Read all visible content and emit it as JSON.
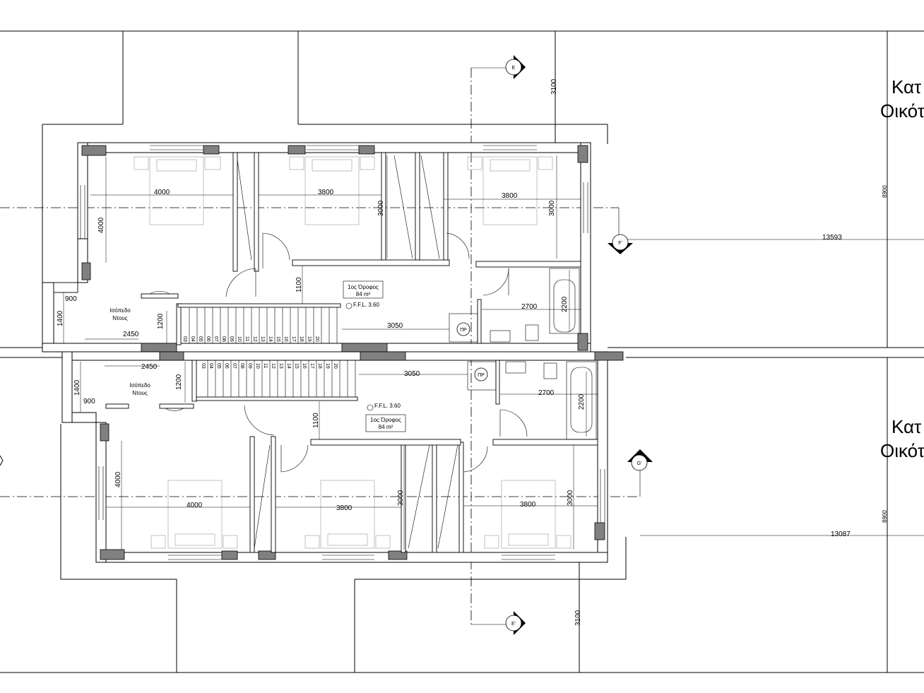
{
  "upper_unit": {
    "dims": [
      "4000",
      "3800",
      "3800",
      "3000",
      "3000",
      "4000",
      "1100",
      "2200",
      "2700",
      "3050",
      "900",
      "1400",
      "2450",
      "1200"
    ],
    "shower_label": [
      "Ισόπεδο",
      "Ντους"
    ],
    "floor_tag": [
      "1ος Όροφος",
      "84 m²"
    ],
    "ffl": "F.F.L. 3.60",
    "stair_numbers": [
      "03",
      "04",
      "05",
      "06",
      "07",
      "08",
      "09",
      "10",
      "11",
      "12",
      "13",
      "14",
      "15",
      "16",
      "17",
      "18",
      "19",
      "20"
    ],
    "pr_label": "ΠΡ"
  },
  "lower_unit": {
    "dims": [
      "4000",
      "3800",
      "3800",
      "3000",
      "3000",
      "4000",
      "1100",
      "2200",
      "2700",
      "3050",
      "900",
      "1400",
      "2450",
      "1200"
    ],
    "shower_label": [
      "Ισόπεδο",
      "Ντους"
    ],
    "floor_tag": [
      "1ος Όροφος",
      "84 m²"
    ],
    "ffl": "F.F.L. 3.60",
    "stair_numbers": [
      "03",
      "04",
      "05",
      "06",
      "07",
      "08",
      "09",
      "10",
      "11",
      "12",
      "13",
      "14",
      "15",
      "16",
      "17",
      "18",
      "19",
      "20"
    ],
    "pr_label": "ΠΡ"
  },
  "section_markers": {
    "e_top": "E",
    "e_bottom": "E'",
    "f": "F'",
    "g": "G'"
  },
  "site_dims": {
    "top_3100": "3100",
    "bottom_3100": "3100",
    "d8900_top": "8900",
    "d8900_bottom": "8900",
    "d13593": "13593",
    "d13087": "13087"
  },
  "side_labels": {
    "upper_line1": "Κατ",
    "upper_line2": "Οικότ",
    "lower_line1": "Κατ",
    "lower_line2": "Οικότ"
  },
  "colors": {
    "line": "#000000",
    "wall_fill": "#ffffff",
    "column_fill": "#808080",
    "light_line": "#999999"
  }
}
